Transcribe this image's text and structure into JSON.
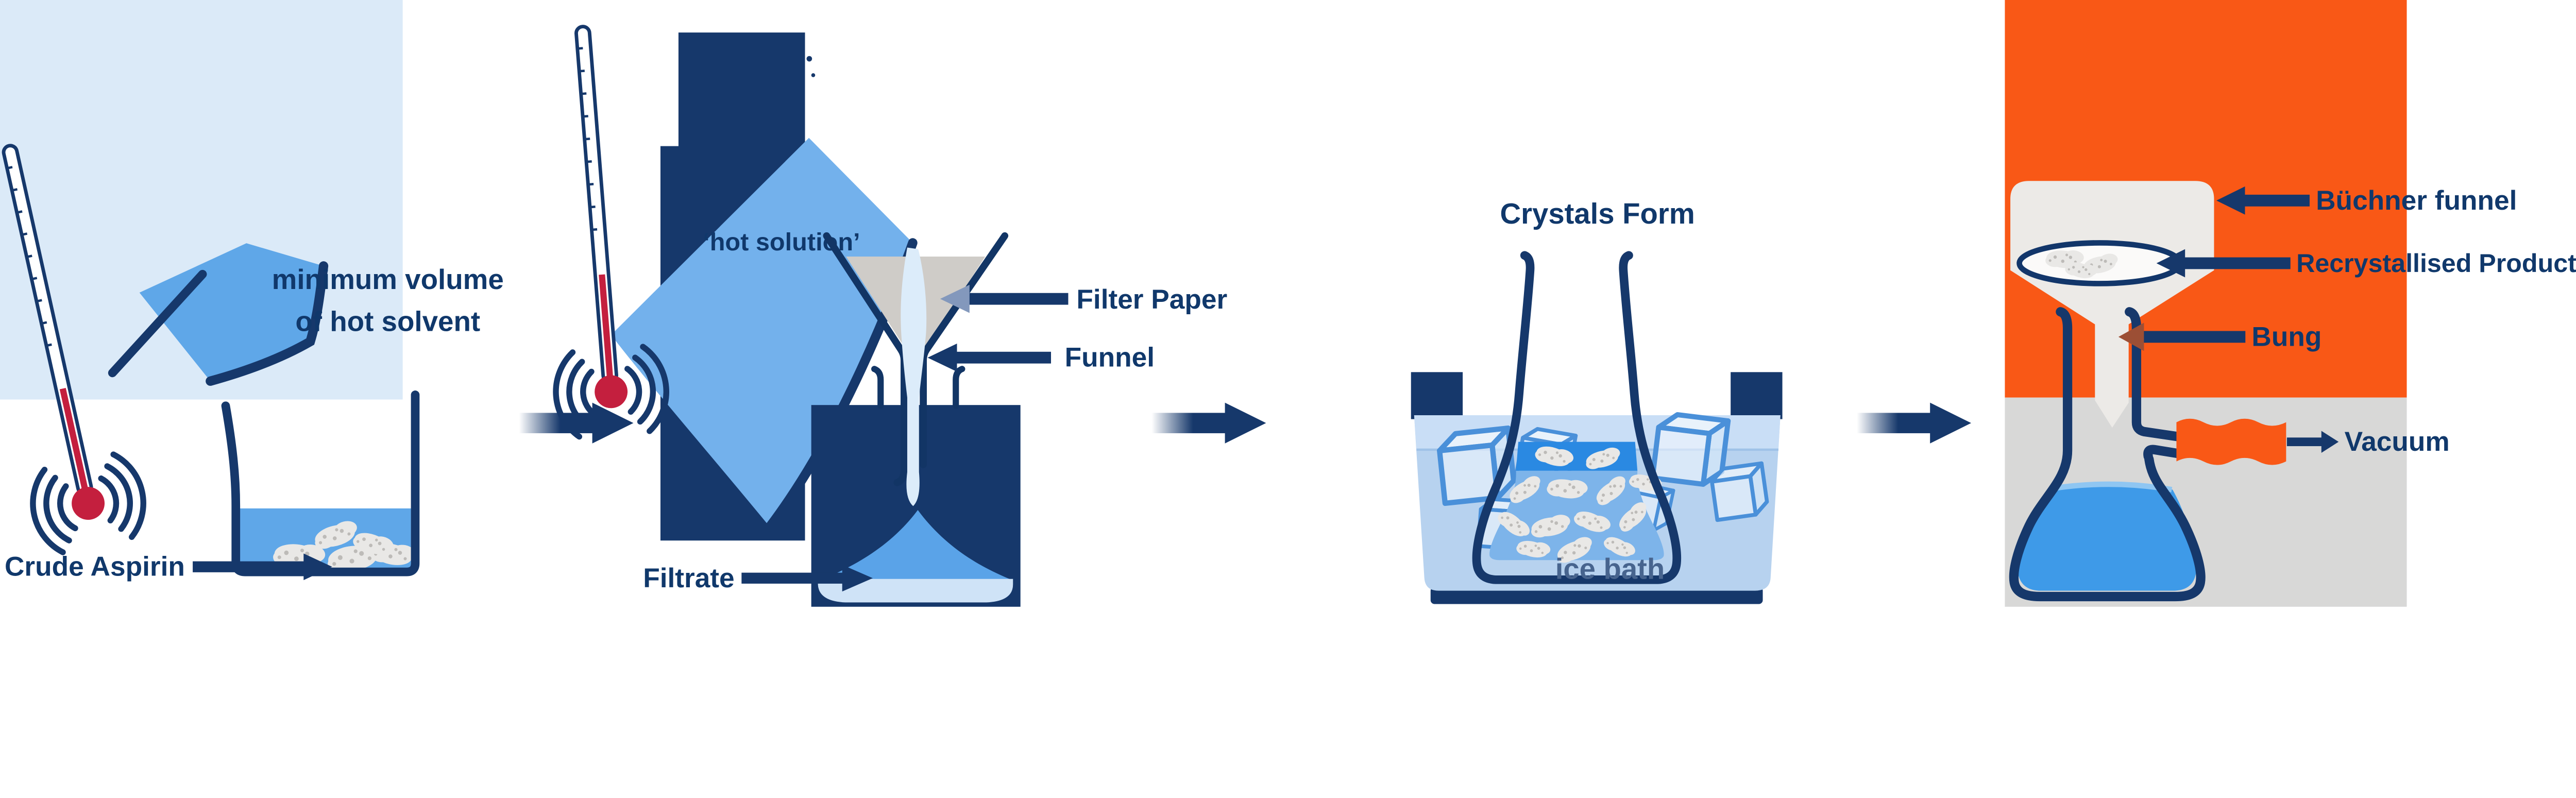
{
  "diagram": "aspirin-recrystallisation-steps",
  "colors": {
    "navy": "#16386b",
    "label_text": "#10386b",
    "panel1_bg": "#dbeaf8",
    "solution_blue": "#5fa7e8",
    "hot_solution_blue": "#73b1ec",
    "pale_stream": "#dcecfa",
    "filtrate_pale": "#cfe3f7",
    "filter_paper_gray": "#cfccc8",
    "ice_bath_blue": "#b7d2ef",
    "flask3_liquid": "#7db4ea",
    "flask3_surface_band": "#2a89e2",
    "crystal_gray": "#e9e8e6",
    "orange": "#f95816",
    "panel4_gray": "#d8d8d7",
    "buchner_white": "#eceae7",
    "flask4_liquid": "#3e9ae8",
    "thermometer_red": "#c41f3e",
    "ice_bath_text": "#47648e",
    "bung_arrowhead": "#9c4f35",
    "filter_paper_arrowhead": "#8398bc"
  },
  "steps": [
    {
      "name": "dissolve-in-hot-solvent",
      "labels": {
        "solvent_line1": "minimum volume",
        "solvent_line2": "of hot solvent",
        "crude_aspirin": "Crude Aspirin"
      }
    },
    {
      "name": "hot-gravity-filtration",
      "labels": {
        "hot_solution": "‘hot solution’",
        "filter_paper": "Filter Paper",
        "funnel": "Funnel",
        "filtrate": "Filtrate"
      }
    },
    {
      "name": "cool-in-ice-bath",
      "labels": {
        "crystals_form": "Crystals Form",
        "ice_bath": "ice bath"
      }
    },
    {
      "name": "vacuum-filtration",
      "labels": {
        "buchner_funnel": "Büchner funnel",
        "recrystallised_product": "Recrystallised Product",
        "bung": "Bung",
        "vacuum": "Vacuum"
      }
    }
  ]
}
